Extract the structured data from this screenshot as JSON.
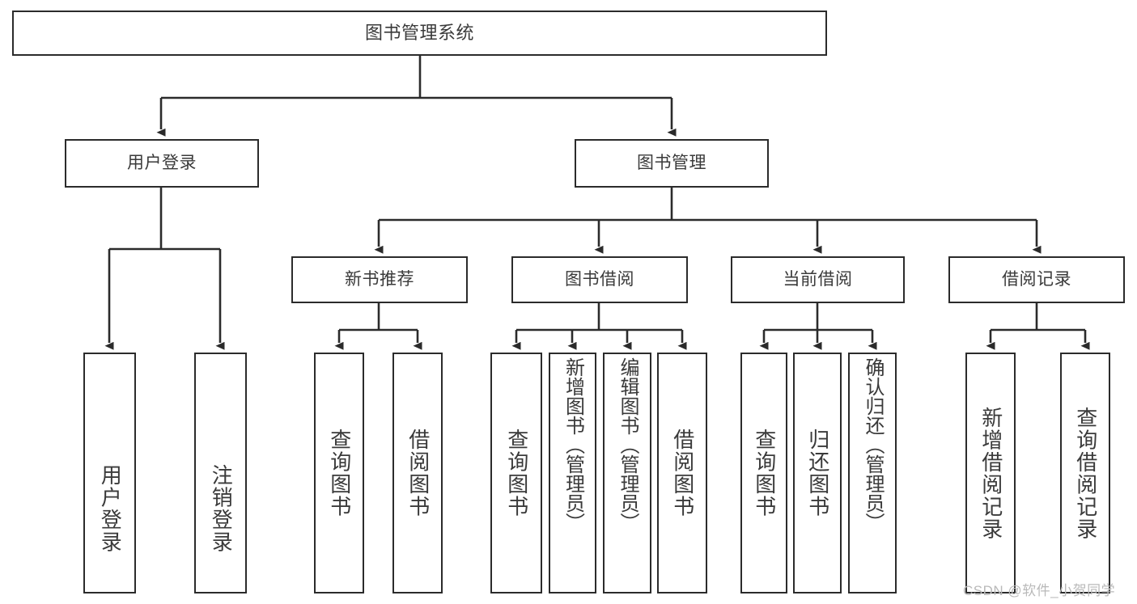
{
  "diagram": {
    "title": "图书管理系统",
    "type": "tree",
    "colors": {
      "stroke": "#2b2b2b",
      "text": "#3a3a3a",
      "background": "#ffffff",
      "watermark": "#b9b9b9"
    },
    "root": {
      "id": "root",
      "label": "图书管理系统"
    },
    "level2": [
      {
        "id": "user-login",
        "label": "用户登录"
      },
      {
        "id": "book-manage",
        "label": "图书管理"
      }
    ],
    "level3": [
      {
        "id": "new-book-rec",
        "label": "新书推荐"
      },
      {
        "id": "book-borrow",
        "label": "图书借阅"
      },
      {
        "id": "current-borrow",
        "label": "当前借阅"
      },
      {
        "id": "borrow-record",
        "label": "借阅记录"
      }
    ],
    "leaves": {
      "user_login": [
        {
          "id": "leaf-user-login",
          "label": "用户登录"
        },
        {
          "id": "leaf-logout-login",
          "label": "注销登录"
        }
      ],
      "new_book_rec": [
        {
          "id": "leaf-query-book-1",
          "label": "查询图书"
        },
        {
          "id": "leaf-borrow-book-1",
          "label": "借阅图书"
        }
      ],
      "book_borrow": [
        {
          "id": "leaf-query-book-2",
          "label": "查询图书"
        },
        {
          "id": "leaf-add-book",
          "label": "新增图书（管理员）"
        },
        {
          "id": "leaf-edit-book",
          "label": "编辑图书（管理员）"
        },
        {
          "id": "leaf-borrow-book-2",
          "label": "借阅图书"
        }
      ],
      "current_borrow": [
        {
          "id": "leaf-query-book-3",
          "label": "查询图书"
        },
        {
          "id": "leaf-return-book",
          "label": "归还图书"
        },
        {
          "id": "leaf-confirm-return",
          "label": "确认归还（管理员）"
        }
      ],
      "borrow_record": [
        {
          "id": "leaf-add-record",
          "label": "新增借阅记录"
        },
        {
          "id": "leaf-query-record",
          "label": "查询借阅记录"
        }
      ]
    }
  },
  "watermark": {
    "text": "CSDN @软件_小贺同学"
  }
}
